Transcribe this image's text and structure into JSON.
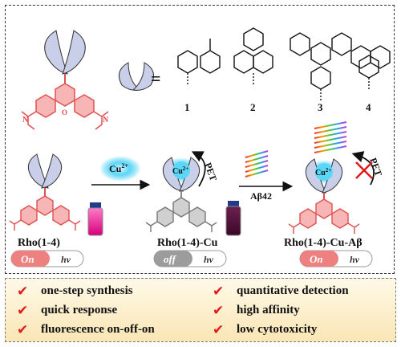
{
  "top_row": {
    "equals_sign": "=",
    "ligand_numbers": [
      "1",
      "2",
      "3",
      "4"
    ]
  },
  "reaction": {
    "cu_ion": "Cu",
    "cu_charge": "2+",
    "pet_label": "PET",
    "peptide_label": "Aβ42"
  },
  "probes": {
    "free_label": "Rho(1-4)",
    "cu_label": "Rho(1-4)-Cu",
    "cu_abeta_label": "Rho(1-4)-Cu-Aβ"
  },
  "switches": {
    "free": {
      "state": "On",
      "hv": "hv"
    },
    "cu": {
      "state": "off",
      "hv": "hv"
    },
    "cu_abeta": {
      "state": "On",
      "hv": "hv"
    }
  },
  "features": {
    "left": [
      "one-step synthesis",
      "quick response",
      "fluorescence on-off-on"
    ],
    "right": [
      "quantitative detection",
      "high affinity",
      "low cytotoxicity"
    ],
    "check_symbol": "✔"
  },
  "colors": {
    "pink_dye": "#f09a9a",
    "grey_dye": "#8a8a8a",
    "ligand_blue": "#c9cfe8",
    "cu_glow": "#22c4f0",
    "on_switch": "#ef8080",
    "off_switch": "#9c9c9c",
    "check_red": "#e41818"
  }
}
